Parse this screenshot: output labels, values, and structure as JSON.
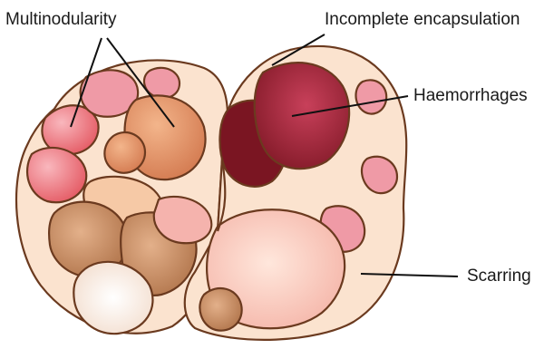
{
  "labels": {
    "multinodularity": "Multinodularity",
    "incomplete_encapsulation": "Incomplete encapsulation",
    "haemorrhages": "Haemorrhages",
    "scarring": "Scarring"
  },
  "colors": {
    "outline": "#6b3a1f",
    "capsule_fill": "#fbe3cf",
    "nodule_light": "#f6c9a6",
    "nodule_orange": "#d9865a",
    "nodule_pink": "#ef9aa6",
    "nodule_red": "#e2505a",
    "haemorrhage_dark": "#7a1522",
    "haemorrhage_mid": "#a8283a",
    "scar_pink": "#f2b2a8",
    "brown_nodule": "#b27a4e"
  }
}
